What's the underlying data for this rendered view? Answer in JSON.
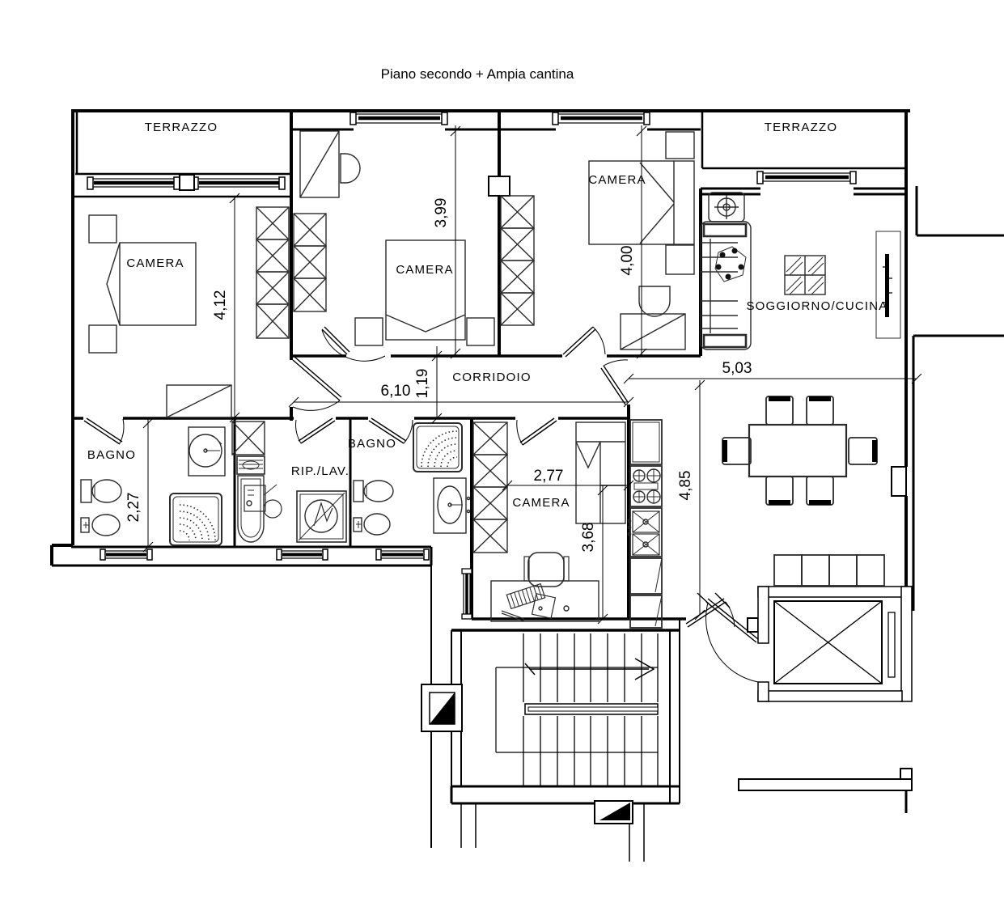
{
  "title": "Piano secondo + Ampia cantina",
  "labels": {
    "terrazzo_left": "TERRAZZO",
    "terrazzo_right": "TERRAZZO",
    "camera_left": "CAMERA",
    "camera_mid": "CAMERA",
    "camera_right": "CAMERA",
    "camera_bottom": "CAMERA",
    "soggiorno": "SOGGIORNO/CUCINA",
    "corridoio": "CORRIDOIO",
    "bagno_left": "BAGNO",
    "bagno_mid": "BAGNO",
    "rip_lav": "RIP./LAV."
  },
  "dimensions": {
    "camera_left_depth": "4,12",
    "camera_mid_depth": "3,99",
    "camera_right_depth": "4,00",
    "soggiorno_width": "5,03",
    "corridoio_length": "6,10",
    "corridoio_width": "1,19",
    "bagno_left_depth": "2,27",
    "camera_bottom_width": "2,77",
    "camera_bottom_depth": "3,68",
    "cucina_depth": "4,85"
  },
  "colors": {
    "wall_line": "#000000",
    "furniture_line": "#2b2b2b",
    "background": "#ffffff"
  }
}
